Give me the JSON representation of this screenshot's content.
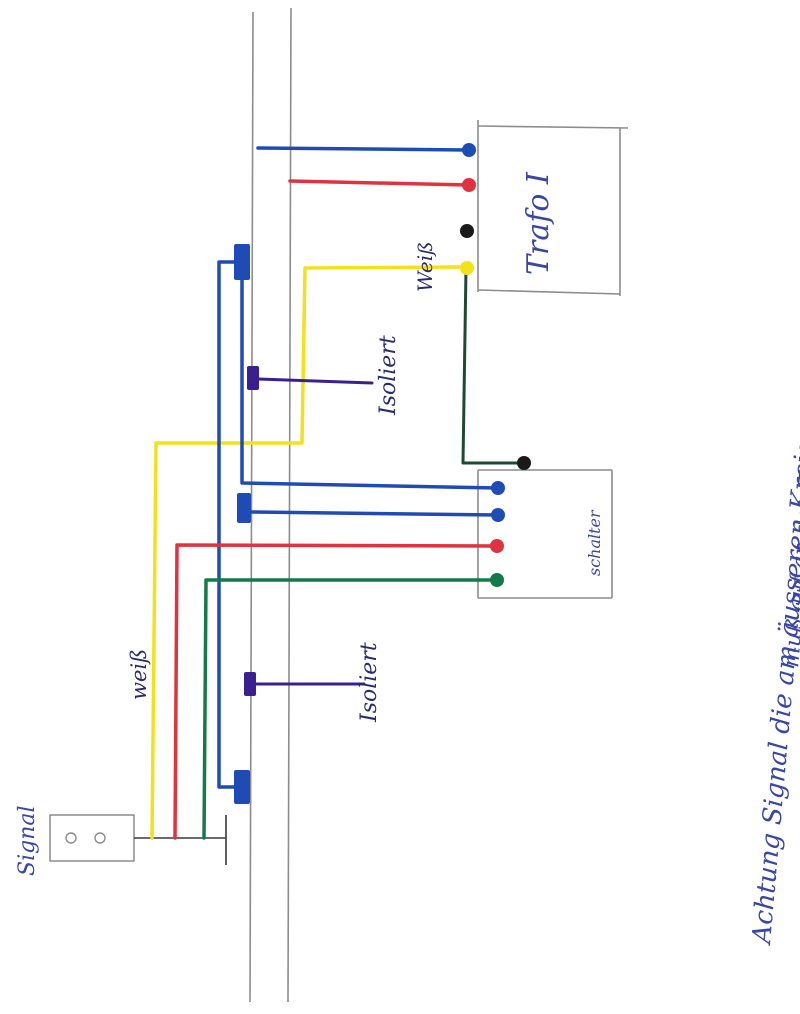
{
  "labels": {
    "signal": "Signal",
    "weiss_left": "weiß",
    "isoliert_top": "Isoliert",
    "isoliert_bottom": "Isoliert",
    "weiss_trafo": "Weiß",
    "trafo": "Trafo I",
    "schalter": "schalter",
    "note_line1": "Achtung Signal die am äusseren Kreis angeschlossen sind",
    "note_line2": "muß auf an den Trafo"
  },
  "wire_colors": {
    "blue": "#1f4bb5",
    "red": "#e0323f",
    "yellow": "#f2e21c",
    "green": "#137a4a",
    "dark_green": "#1d4a33",
    "black": "#1a1a1a",
    "purple": "#3a1f8f",
    "track": "#8c8c8c",
    "box": "#8c8c8c"
  }
}
